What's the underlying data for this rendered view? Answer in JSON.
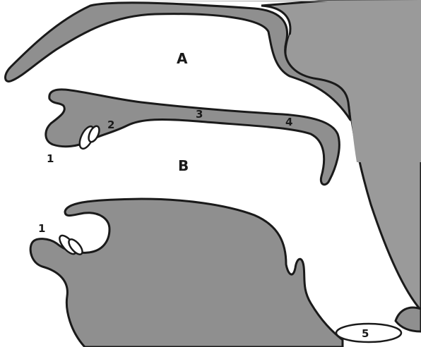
{
  "labels": {
    "cavity_upper": "A",
    "cavity_lower": "B",
    "upper_lip_point": "1",
    "lower_lip_point": "1",
    "alveolar_point": "2",
    "hard_palate_point": "3",
    "soft_palate_point": "4",
    "larynx_point": "5"
  }
}
